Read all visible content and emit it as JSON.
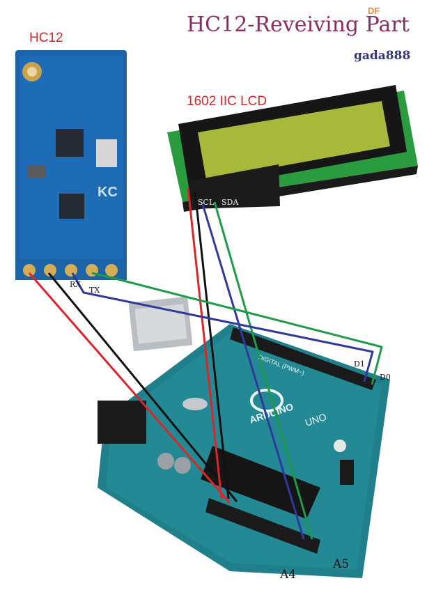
{
  "title": "HC12-Reveiving Part",
  "author": "gada888",
  "watermark": "DF",
  "modules": {
    "hc12": "HC12",
    "lcd": "1602 IIC LCD"
  },
  "pins": {
    "rx": "RX",
    "tx": "TX",
    "scl": "SCL",
    "sda": "SDA",
    "d1": "D1",
    "d0": "D0",
    "a4": "A4",
    "a5": "A5"
  },
  "board_text": {
    "brand": "ARDUINO",
    "model": "UNO",
    "digital": "DIGITAL (PWM~)"
  },
  "wire_colors": {
    "vcc": "#d9262b",
    "gnd": "#111111",
    "signal_a": "#2e3a9a",
    "signal_b": "#1f9a4a"
  }
}
